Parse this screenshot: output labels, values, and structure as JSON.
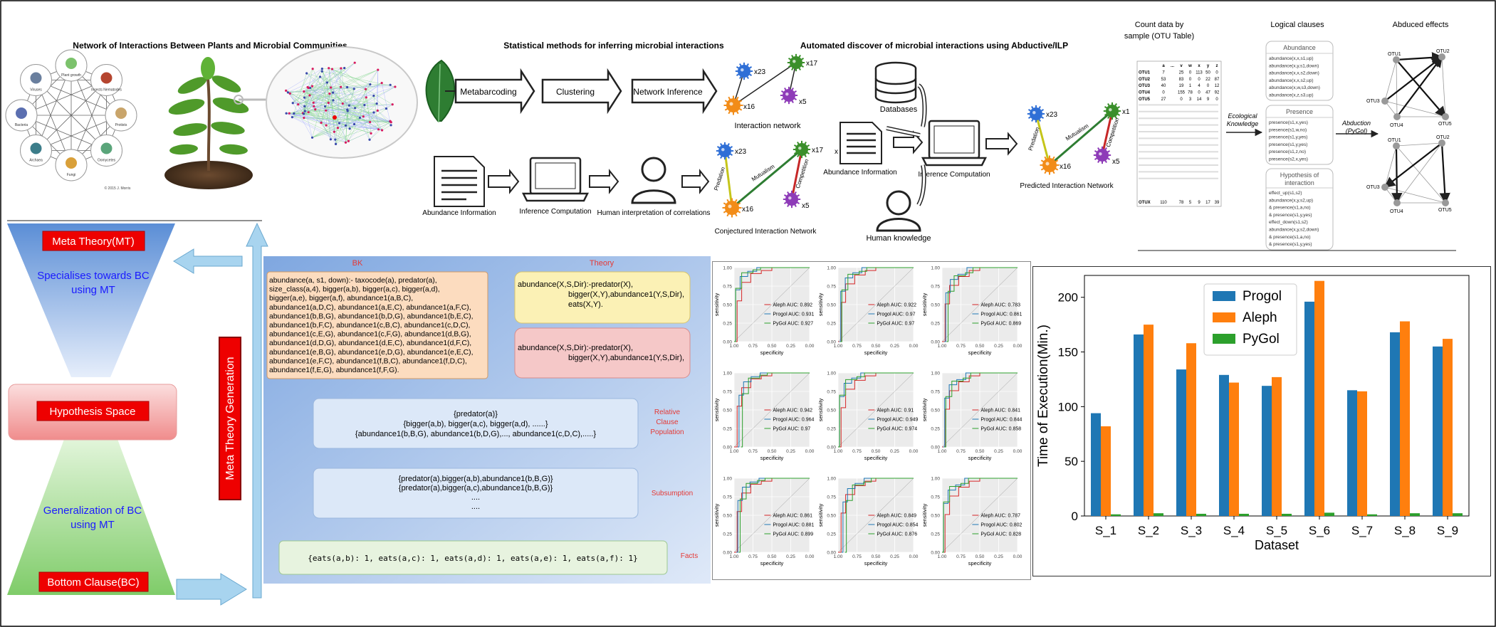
{
  "panels": {
    "plants": {
      "title": "Network of Interactions Between Plants and Microbial Communities",
      "nodes": [
        "Plant growth",
        "Insects Nematodes",
        "Protists",
        "Oomycetes",
        "Fungi",
        "Archaea",
        "Bacteria",
        "Viruses"
      ],
      "credit": "© 2015 J. Morris"
    },
    "stats": {
      "title": "Statistical methods for inferring microbial interactions",
      "pipeline": [
        "Metabarcoding",
        "Clustering",
        "Network Inference"
      ],
      "interaction_network_label": "Interaction network",
      "abundance_label": "Abundance Information",
      "inference_label": "Inference Computation",
      "human_label": "Human interpretation of correlations",
      "conjectured_label": "Conjectured Interaction Network",
      "otus": {
        "a": "x23",
        "b": "x17",
        "c": "x16",
        "d": "x5",
        "e": "x"
      },
      "edges": {
        "predation": "Predation",
        "mutualism": "Mutualism",
        "competition": "Competition"
      }
    },
    "abductive": {
      "title": "Automated discover of microbial interactions using Abductive/ILP",
      "databases_label": "Databases",
      "abundance_label": "Abundance Information",
      "inference_label": "Inference Computation",
      "human_label": "Human knowledge",
      "predicted_label": "Predicted Interaction Network",
      "otus": {
        "a": "x23",
        "b": "x1",
        "c": "x16",
        "d": "x5"
      },
      "edges": {
        "predation": "Predation",
        "mutualism": "Mutualism",
        "competition": "Competition"
      }
    },
    "otu": {
      "count_title": "Count data by sample (OTU Table)",
      "clauses_title": "Logical clauses",
      "abduced_title": "Abduced effects",
      "ecological_label": "Ecological Knowledge",
      "abduction_label": "Abduction (PyGol)",
      "columns": [
        "a",
        "...",
        "v",
        "w",
        "x",
        "y",
        "z"
      ],
      "rows": [
        {
          "name": "OTU1",
          "vals": [
            "7",
            "",
            "25",
            "0",
            "113",
            "50",
            "0"
          ]
        },
        {
          "name": "OTU2",
          "vals": [
            "53",
            "",
            "83",
            "0",
            "0",
            "22",
            "87"
          ]
        },
        {
          "name": "OTU3",
          "vals": [
            "40",
            "",
            "19",
            "1",
            "4",
            "0",
            "12"
          ]
        },
        {
          "name": "OTU4",
          "vals": [
            "0",
            "",
            "155",
            "78",
            "0",
            "47",
            "92"
          ]
        },
        {
          "name": "OTU5",
          "vals": [
            "27",
            "",
            "0",
            "3",
            "14",
            "9",
            "0"
          ]
        }
      ],
      "last_row": {
        "name": "OTUX",
        "vals": [
          "110",
          "",
          "78",
          "5",
          "9",
          "17",
          "39"
        ]
      },
      "abundance_box": {
        "title": "Abundance",
        "lines": [
          "abundance(x,x,s1,up)",
          "abundance(x,y,s1,down)",
          "abundance(x,x,s2,down)",
          "abundance(x,x,s2,up)",
          "abundance(x,w,s3,down)",
          "abundance(x,z,s3,up)"
        ]
      },
      "presence_box": {
        "title": "Presence",
        "lines": [
          "presence(s1,x,yes)",
          "presence(s1,w,no)",
          "presence(s1,y,yes)",
          "presence(s1,y,yes)",
          "presence(s1,z,no)",
          "presence(s2,x,yes)"
        ]
      },
      "hypothesis_box": {
        "title": "Hypothesis of interaction",
        "lines": [
          "effect_up(s1,s2)",
          "abundance(x,y,s2,up)",
          "& presence(s1,a,no)",
          "& presence(s1,y,yes)",
          "effect_down(s1,s2)",
          "abundance(x,y,s2,down)",
          "& presence(s1,a,no)",
          "& presence(s1,y,yes)"
        ]
      },
      "graph_nodes": [
        "OTU1",
        "OTU2",
        "OTU3",
        "OTU4",
        "OTU5"
      ]
    },
    "meta": {
      "top_label": "Meta Theory(MT)",
      "top_text": "Specialises towards BC using MT",
      "middle_label": "Hypothesis Space",
      "bottom_text": "Generalization of BC using MT",
      "bottom_label": "Bottom Clause(BC)",
      "vertical_label": "Meta Theory Generation"
    },
    "center": {
      "bk_title": "BK",
      "bk_lines": [
        "abundance(a, s1, down):- taxocode(a), predator(a),",
        "size_class(a,4), bigger(a,b), bigger(a,c), bigger(a,d),",
        "bigger(a,e), bigger(a,f), abundance1(a,B,C),",
        "abundance1(a,D,C), abundance1(a,E,C), abundance1(a,F,C),",
        "abundance1(b,B,G), abundance1(b,D,G), abundance1(b,E,C),",
        "abundance1(b,F,C), abundance1(c,B,C), abundance1(c,D,C),",
        "abundance1(c,E,G), abundance1(c,F,G), abundance1(d,B,G),",
        "abundance1(d,D,G), abundance1(d,E,C), abundance1(d,F,C),",
        "abundance1(e,B,G), abundance1(e,D,G), abundance1(e,E,C),",
        "abundance1(e,F,C), abundance1(f,B,C), abundance1(f,D,C),",
        "abundance1(f,E,G), abundance1(f,F,G)."
      ],
      "theory_title": "Theory",
      "theory_lines_1": [
        "abundance(X,S,Dir):-predator(X),",
        "bigger(X,Y),abundance1(Y,S,Dir),",
        "eats(X,Y)."
      ],
      "theory_lines_2": [
        "abundance(X,S,Dir):-predator(X),",
        "bigger(X,Y),abundance1(Y,S,Dir),"
      ],
      "rcp_lines": [
        "{predator(a)}",
        "{bigger(a,b), bigger(a,c), bigger(a,d), ......}",
        "{abundance1(b,B,G), abundance1(b,D,G),..., abundance1(c,D,C),.....}"
      ],
      "rcp_label": [
        "Relative",
        "Clause",
        "Population"
      ],
      "sub_lines": [
        "{predator(a),bigger(a,b),abundance1(b,B,G)}",
        "{predator(a),bigger(a,c),abundance1(b,B,G)}",
        "....",
        "...."
      ],
      "sub_label": "Subsumption",
      "facts_line": "{eats(a,b): 1, eats(a,c): 1, eats(a,d): 1, eats(a,e): 1, eats(a,f): 1}",
      "facts_label": "Facts"
    }
  },
  "roc": {
    "xlabel": "specificity",
    "ylabel": "sensitivity",
    "xticks": [
      "1.00",
      "0.75",
      "0.50",
      "0.25",
      "0.00"
    ],
    "yticks": [
      "0.00",
      "0.25",
      "0.50",
      "0.75",
      "1.00"
    ],
    "colors": {
      "Aleph": "#d62728",
      "Progol": "#1f77b4",
      "PyGol": "#2ca02c"
    },
    "panels": [
      {
        "aleph": "Aleph AUC: 0.892",
        "progol": "Progol AUC: 0.931",
        "pygol": "PyGol AUC: 0.927"
      },
      {
        "aleph": "Aleph AUC: 0.922",
        "progol": "Progol AUC: 0.97",
        "pygol": "PyGol AUC: 0.97"
      },
      {
        "aleph": "Aleph AUC: 0.783",
        "progol": "Progol AUC: 0.861",
        "pygol": "PyGol AUC: 0.869"
      },
      {
        "aleph": "Aleph AUC: 0.942",
        "progol": "Progol AUC: 0.964",
        "pygol": "PyGol AUC: 0.97"
      },
      {
        "aleph": "Aleph AUC: 0.91",
        "progol": "Progol AUC: 0.949",
        "pygol": "PyGol AUC: 0.974"
      },
      {
        "aleph": "Aleph AUC: 0.841",
        "progol": "Progol AUC: 0.844",
        "pygol": "PyGol AUC: 0.858"
      },
      {
        "aleph": "Aleph AUC: 0.861",
        "progol": "Progol AUC: 0.881",
        "pygol": "PyGol AUC: 0.899"
      },
      {
        "aleph": "Aleph AUC: 0.849",
        "progol": "Progol AUC: 0.854",
        "pygol": "PyGol AUC: 0.876"
      },
      {
        "aleph": "Aleph AUC: 0.787",
        "progol": "Progol AUC: 0.802",
        "pygol": "PyGol AUC: 0.828"
      }
    ]
  },
  "chart_data": {
    "type": "bar",
    "categories": [
      "S_1",
      "S_2",
      "S_3",
      "S_4",
      "S_5",
      "S_6",
      "S_7",
      "S_8",
      "S_9"
    ],
    "series": [
      {
        "name": "Progol",
        "color": "#1f77b4",
        "values": [
          94,
          166,
          134,
          129,
          119,
          196,
          115,
          168,
          155
        ]
      },
      {
        "name": "Aleph",
        "color": "#ff7f0e",
        "values": [
          82,
          175,
          158,
          122,
          127,
          215,
          114,
          178,
          162
        ]
      },
      {
        "name": "PyGol",
        "color": "#2ca02c",
        "values": [
          1.5,
          2.5,
          2,
          2,
          2,
          3,
          1.5,
          2.5,
          2.5
        ]
      }
    ],
    "xlabel": "Dataset",
    "ylabel": "Time of Execution(Min.)",
    "ylim": [
      0,
      220
    ],
    "yticks": [
      0,
      50,
      100,
      150,
      200
    ],
    "legend": "top-center",
    "grid": false
  }
}
